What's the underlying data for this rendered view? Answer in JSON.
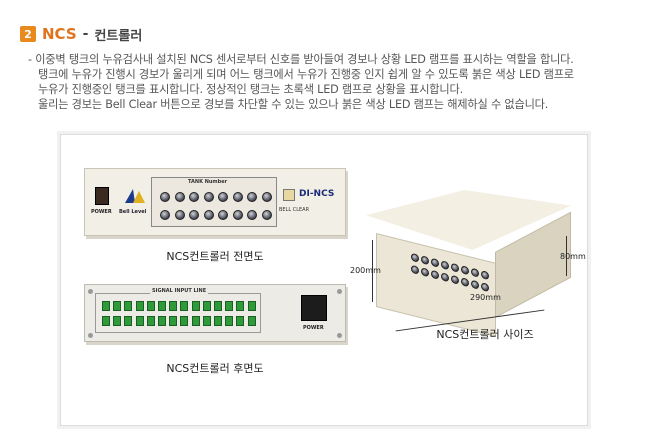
{
  "heading": {
    "number": "2",
    "title": "NCS",
    "dash": "-",
    "subtitle": "컨트롤러"
  },
  "description": [
    "이중벽 탱크의 누유검사내 설치된 NCS 센서로부터 신호를 받아들여 경보나 상황 LED 램프를 표시하는 역할을 합니다.",
    "탱크에 누유가 진행시 경보가 울리게 되며 어느 탱크에서 누유가 진행중 인지 쉽게 알 수 있도록 붉은 색상 LED 램프로",
    "누유가 진행중인 탱크를 표시합니다. 정상적인 탱크는 초록색 LED 램프로 상황을 표시합니다.",
    "울리는 경보는 Bell Clear 버튼으로 경보를 차단할 수 있는 있으나 붉은 색상 LED 램프는 해제하실 수 없습니다."
  ],
  "front_panel": {
    "power_label": "POWER",
    "brand_label": "Bell Level",
    "tank_label": "TANK Number",
    "bell_clear": "BELL CLEAR",
    "model": "DI-NCS"
  },
  "rear_panel": {
    "signal_label": "SIGNAL INPUT LINE",
    "power_label": "POWER"
  },
  "captions": {
    "front": "NCS컨트롤러 전면도",
    "rear": "NCS컨트롤러 후면도",
    "size": "NCS컨트롤러 사이즈"
  },
  "dimensions": {
    "height": "200mm",
    "width": "290mm",
    "depth": "80mm"
  },
  "colors": {
    "accent": "#e0731b",
    "badge": "#e98a1e",
    "terminal": "#2f9a3a"
  }
}
